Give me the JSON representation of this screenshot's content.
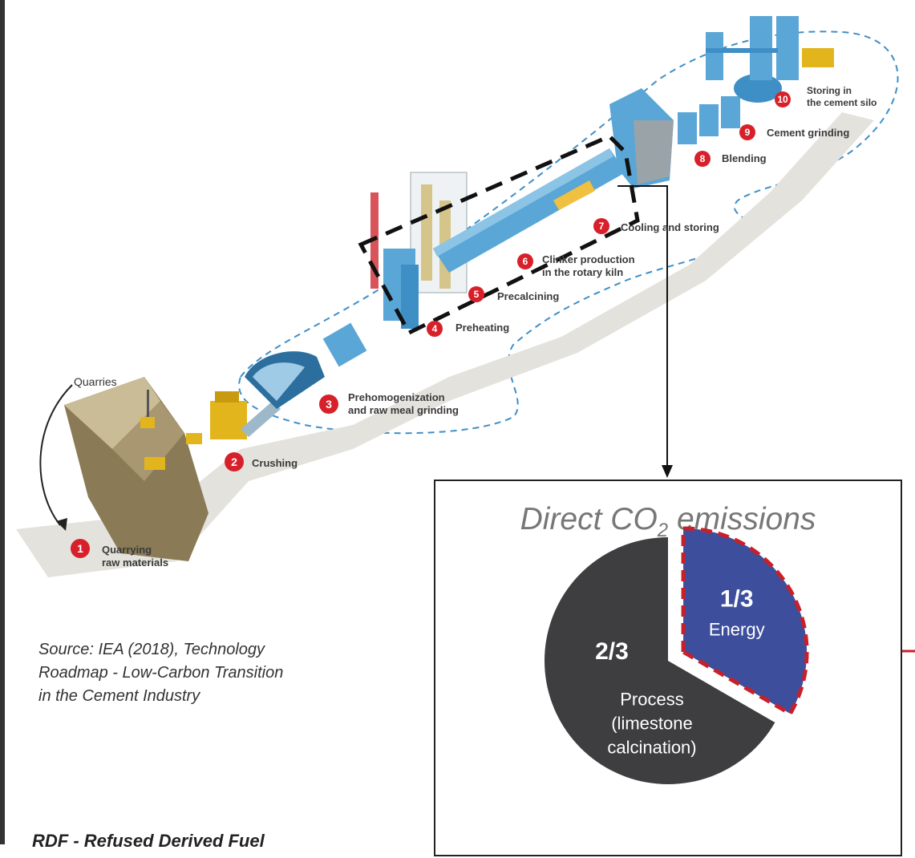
{
  "diagram": {
    "quarries_label": "Quarries",
    "steps": [
      {
        "number": "1",
        "label": "Quarrying\nraw materials"
      },
      {
        "number": "2",
        "label": "Crushing"
      },
      {
        "number": "3",
        "label": "Prehomogenization\nand raw meal grinding"
      },
      {
        "number": "4",
        "label": "Preheating"
      },
      {
        "number": "5",
        "label": "Precalcining"
      },
      {
        "number": "6",
        "label": "Clinker production\nin the rotary kiln"
      },
      {
        "number": "7",
        "label": "Cooling and storing"
      },
      {
        "number": "8",
        "label": "Blending"
      },
      {
        "number": "9",
        "label": "Cement grinding"
      },
      {
        "number": "10",
        "label": "Storing in\nthe cement silo"
      }
    ],
    "source": "Source: IEA (2018), Technology\nRoadmap - Low-Carbon Transition\nin the Cement Industry",
    "footer_text": "RDF - Refused Derived Fuel"
  },
  "emissions": {
    "title_main": "Direct CO",
    "title_sub": "2",
    "title_tail": " emissions",
    "segments": [
      {
        "fraction_label": "2/3",
        "name_lines": [
          "Process",
          "(limestone",
          "calcination)"
        ],
        "share": 0.6667,
        "color": "#3e3e40"
      },
      {
        "fraction_label": "1/3",
        "name_lines": [
          "Energy"
        ],
        "share": 0.3333,
        "color": "#3c4e9c",
        "outline": "#c8202a"
      }
    ]
  },
  "colors": {
    "badge_red": "#d8202a",
    "plant_blue": "#5aa6d6",
    "dashed_outline": "#3f8fc7",
    "arrow_red": "#c8202a"
  }
}
